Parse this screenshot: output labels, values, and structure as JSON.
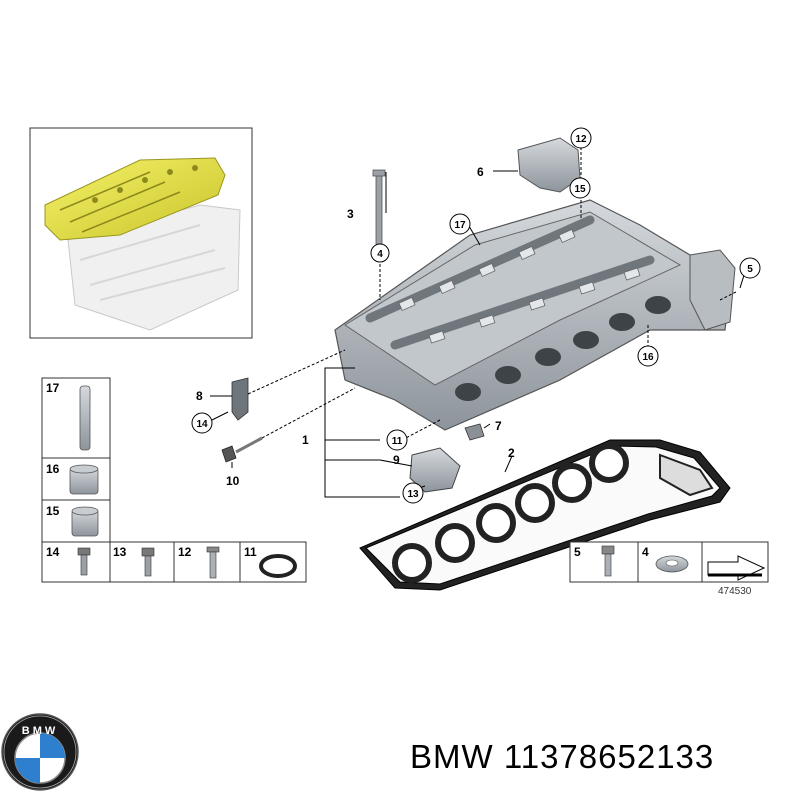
{
  "diagram": {
    "id_label": "474530",
    "callouts": {
      "c1": "1",
      "c2": "2",
      "c3": "3",
      "c4": "4",
      "c5": "5",
      "c6": "6",
      "c7": "7",
      "c8": "8",
      "c9": "9",
      "c10": "10",
      "c11": "11",
      "c12": "12",
      "c13": "13",
      "c14": "14",
      "c15a": "15",
      "c16": "16",
      "c17": "17"
    },
    "legend_left": [
      "17",
      "16",
      "15",
      "14",
      "13",
      "12",
      "11"
    ],
    "legend_right": [
      "5",
      "4"
    ]
  },
  "footer": {
    "brand_text": "BMW 11378652133",
    "logo_letters": "BMW"
  },
  "colors": {
    "highlight": "#e8e63a",
    "metal": "#a8aeb4",
    "line": "#000000"
  }
}
